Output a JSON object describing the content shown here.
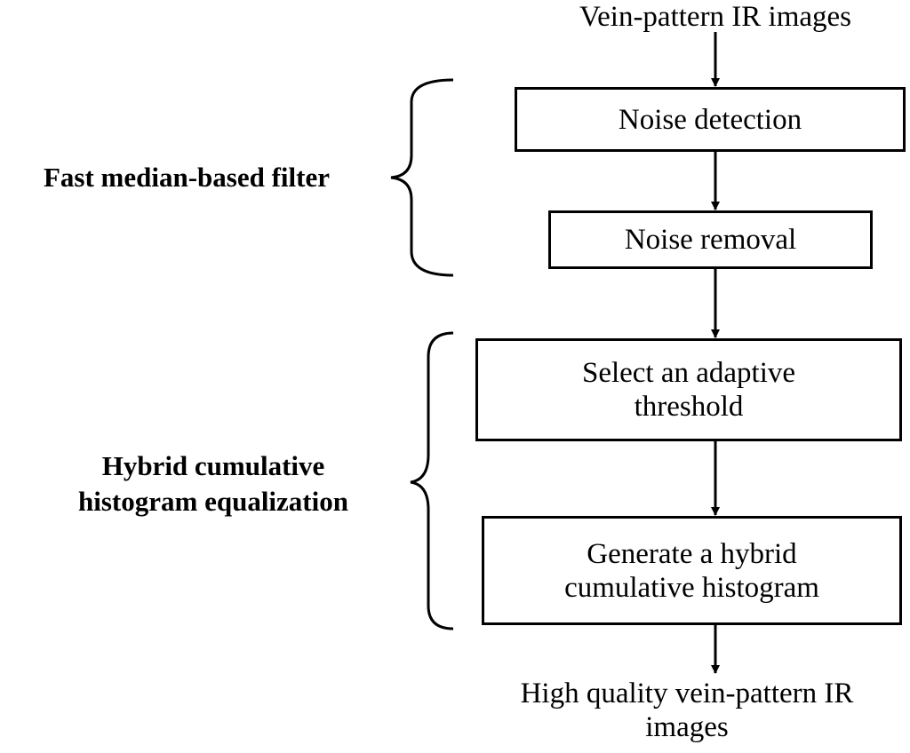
{
  "diagram": {
    "input_label": "Vein-pattern IR images",
    "output_label_line1": "High quality vein-pattern IR",
    "output_label_line2": "images",
    "steps": [
      {
        "line1": "Noise detection",
        "line2": ""
      },
      {
        "line1": "Noise removal",
        "line2": ""
      },
      {
        "line1": "Select an adaptive",
        "line2": "threshold"
      },
      {
        "line1": "Generate a hybrid",
        "line2": "cumulative histogram"
      }
    ],
    "groups": [
      {
        "line1": "Fast median-based filter",
        "line2": ""
      },
      {
        "line1": "Hybrid cumulative",
        "line2": "histogram equalization"
      }
    ],
    "colors": {
      "stroke": "#000000",
      "background": "#ffffff"
    }
  }
}
